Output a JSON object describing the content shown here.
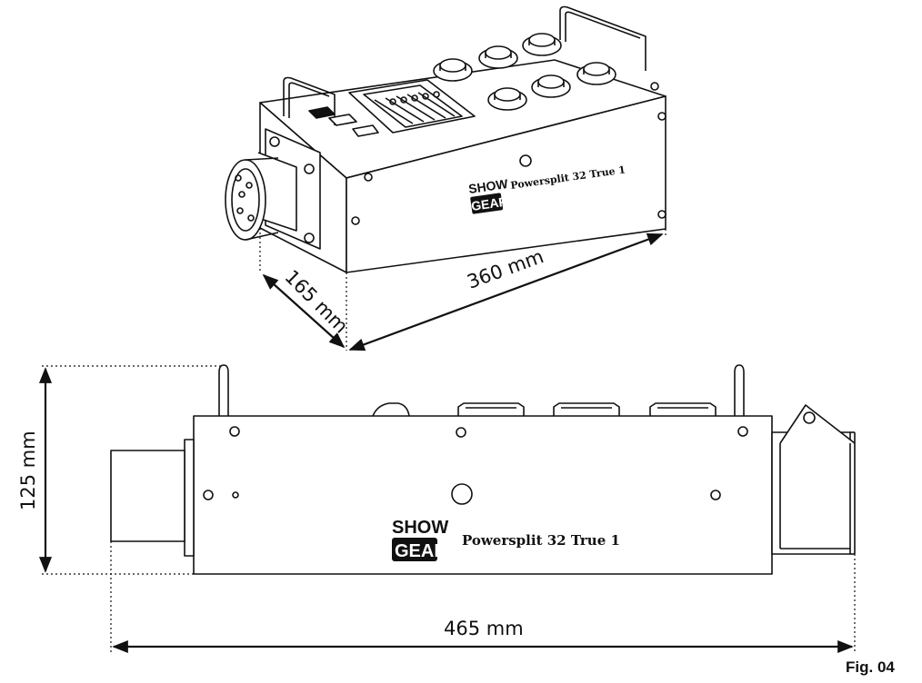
{
  "isometric_view": {
    "brand_top": "SHOW",
    "brand_bottom": "GEAR",
    "model": "Powersplit 32 True 1",
    "length_label": "360 mm",
    "depth_label": "165 mm"
  },
  "side_view": {
    "brand_top": "SHOW",
    "brand_bottom": "GEAR",
    "model": "Powersplit 32 True 1",
    "height_label": "125 mm",
    "total_length_label": "465 mm"
  },
  "figure_label": "Fig. 04"
}
